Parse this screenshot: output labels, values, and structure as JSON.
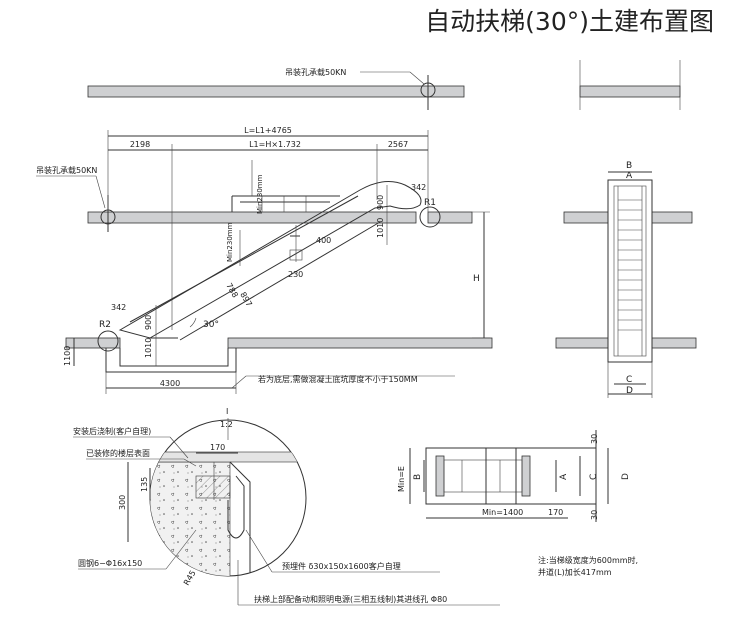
{
  "title": "自动扶梯(30°)土建布置图",
  "main_view": {
    "hole_load_top": "吊装孔承载50KN",
    "hole_load_left": "吊装孔承载50KN",
    "dim_total": "L=L1+4765",
    "dim_left": "2198",
    "dim_mid": "L1=H×1.732",
    "dim_right": "2567",
    "dim_min230_top": "Min230mm",
    "dim_min230_left": "Min230mm",
    "dim_342_top": "342",
    "dim_r1": "R1",
    "dim_900_top": "900",
    "dim_1010_top": "1010",
    "dim_400": "400",
    "dim_230": "230",
    "dim_h": "H",
    "dim_788": "788",
    "dim_897": "897",
    "angle": "30°",
    "dim_342_bottom": "342",
    "dim_r2": "R2",
    "dim_900_bottom": "900",
    "dim_1010_bottom": "1010",
    "dim_1100": "1100",
    "dim_4300": "4300",
    "pit_note": "若为底层,需做混凝土底坑厚度不小于150MM"
  },
  "side_view": {
    "label_b_top": "B",
    "label_a_top": "A",
    "label_c_bottom": "C",
    "label_d_bottom": "D"
  },
  "detail": {
    "id": "I",
    "scale": "1:2",
    "note_post_pour": "安装后浇制(客户自理)",
    "note_finished_floor": "已装修的楼层表面",
    "dim_170": "170",
    "dim_135": "135",
    "dim_300": "300",
    "note_rebar": "圆钢6−Φ16x150",
    "dim_r45": "R45",
    "note_embedded": "预埋件 δ30x150x1600客户自理",
    "note_power": "扶梯上部配备动和照明电源(三相五线制)其进线孔 Φ80"
  },
  "plan_view": {
    "dim_30_top": "30",
    "dim_30_bottom": "30",
    "label_min_e": "Min=E",
    "label_b": "B",
    "label_a": "A",
    "label_c": "C",
    "label_d": "D",
    "dim_min1400": "Min=1400",
    "dim_170": "170"
  },
  "footnote": {
    "line1": "注:当梯级宽度为600mm时,",
    "line2": "并道(L)加长417mm"
  }
}
